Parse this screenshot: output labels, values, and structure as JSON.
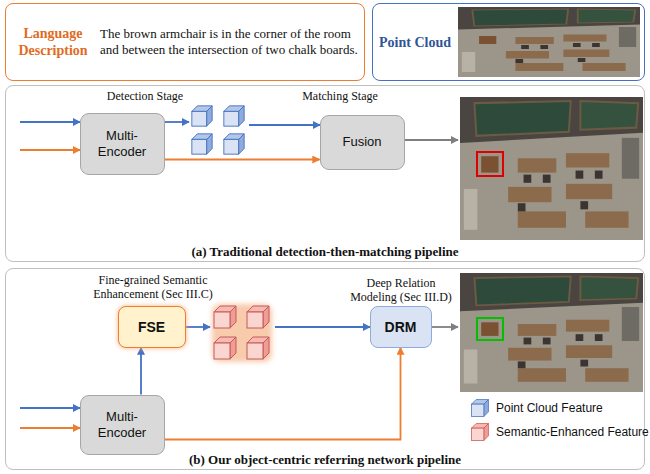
{
  "diagram": {
    "nodes": [
      {
        "text": [
          "Language Description",
          "The brown armchair is in the corner of the room and between the intersection of two chalk boards."
        ]
      },
      {
        "text": [
          "Point Cloud"
        ]
      },
      {
        "text": [
          "(a) Traditional detection-then-matching pipeline"
        ]
      },
      {
        "text": [
          "Multi- Encoder"
        ],
        "in": 2
      },
      {
        "text": [
          "Fusion"
        ],
        "in": 2
      },
      {
        "text": [
          "(b) Our object-centric referring network pipeline"
        ]
      },
      {
        "text": [
          "FSE"
        ],
        "in": 5
      },
      {
        "text": [
          "DRM"
        ],
        "in": 5
      },
      {
        "text": [
          "Multi- Encoder"
        ],
        "in": 5
      }
    ],
    "edges": [
      {
        "from": 3,
        "to": 4,
        "arrow": "to"
      },
      {
        "from": 8,
        "to": 6,
        "arrow": "to"
      },
      {
        "from": 8,
        "to": 7,
        "arrow": "to"
      }
    ],
    "labels": [
      "Detection Stage",
      "Matching Stage",
      "Fine-grained Semantic Enhancement (Sec III.C)",
      "Deep Relation Modeling (Sec III.D)"
    ],
    "legend": [
      {
        "text": "Point Cloud Feature"
      },
      {
        "text": "Semantic-Enhanced Feature"
      }
    ]
  }
}
